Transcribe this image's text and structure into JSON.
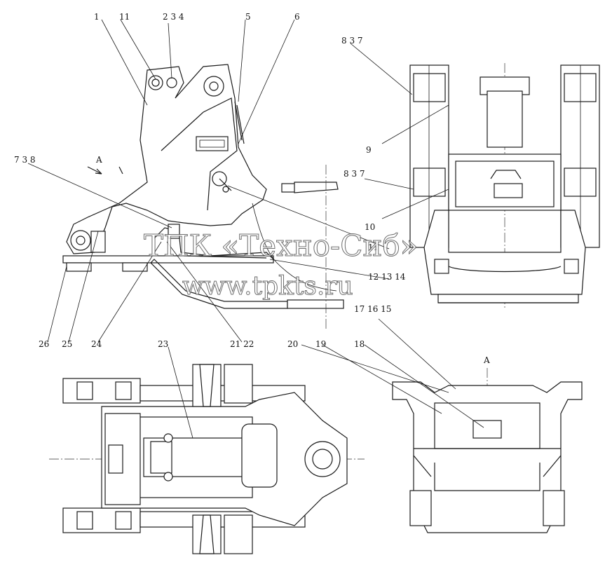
{
  "watermark": {
    "line1": "ТПК «Техно-Сиб»",
    "line2": "www.tpkts.ru"
  },
  "view_label": "A",
  "section_label": "A",
  "callouts": [
    {
      "id": "c1",
      "text": "1"
    },
    {
      "id": "c11a",
      "text": "11"
    },
    {
      "id": "c234",
      "text": "2 3 4"
    },
    {
      "id": "c5",
      "text": "5"
    },
    {
      "id": "c6",
      "text": "6"
    },
    {
      "id": "c837a",
      "text": "8 3 7"
    },
    {
      "id": "c9",
      "text": "9"
    },
    {
      "id": "c738",
      "text": "7 3 8"
    },
    {
      "id": "c837b",
      "text": "8 3 7"
    },
    {
      "id": "c10",
      "text": "10"
    },
    {
      "id": "c11b",
      "text": "11"
    },
    {
      "id": "c121314",
      "text": "12 13 14"
    },
    {
      "id": "c26",
      "text": "26"
    },
    {
      "id": "c25",
      "text": "25"
    },
    {
      "id": "c24",
      "text": "24"
    },
    {
      "id": "c2122",
      "text": "21 22"
    },
    {
      "id": "c20",
      "text": "20"
    },
    {
      "id": "c19",
      "text": "19"
    },
    {
      "id": "c18",
      "text": "18"
    },
    {
      "id": "c171615",
      "text": "17 16 15"
    },
    {
      "id": "c23",
      "text": "23"
    }
  ]
}
